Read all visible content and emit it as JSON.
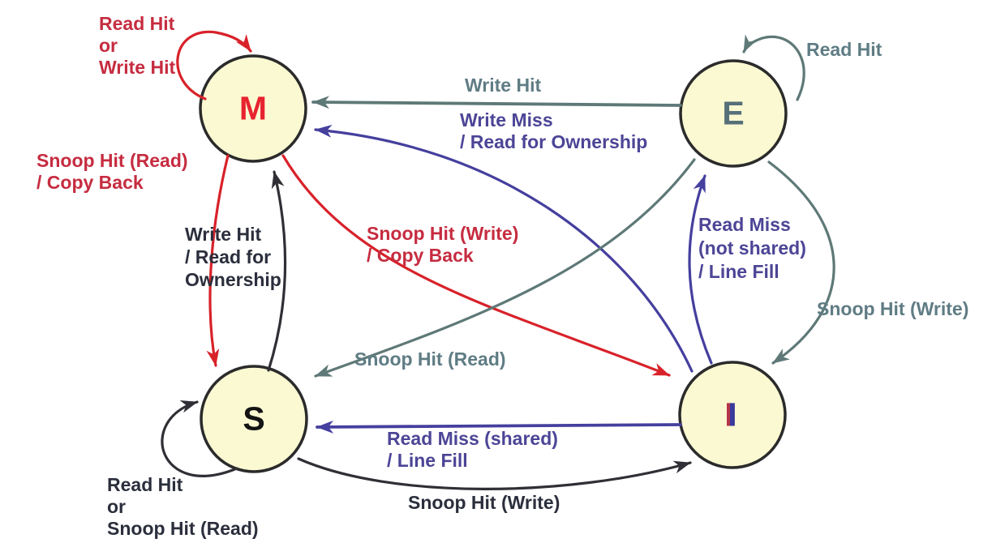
{
  "diagram": {
    "type": "state-transition-diagram",
    "background": "#FFFFFF"
  },
  "states": {
    "m": "M",
    "e": "E",
    "s": "S",
    "i": "I"
  },
  "transitions": {
    "m_self": "Read Hit\nor\nWrite Hit",
    "e_self": "Read Hit",
    "e_to_m": "Write Hit",
    "i_to_m": "Write Miss\n/ Read for Ownership",
    "m_to_s": "Snoop Hit (Read)\n/ Copy Back",
    "s_to_m": "Write Hit\n/ Read for\nOwnership",
    "m_to_i": "Snoop Hit (Write)\n/ Copy Back",
    "e_to_s": "Snoop Hit (Read)",
    "i_to_e": "Read Miss\n(not shared)\n/ Line Fill",
    "e_to_i": "Snoop Hit (Write)",
    "i_to_s": "Read Miss (shared)\n/ Line Fill",
    "s_to_i": "Snoop Hit (Write)",
    "s_self": "Read Hit\nor\nSnoop Hit (Read)"
  },
  "colors": {
    "state_fill": "#FBF9D2",
    "state_border": "#2B2B2B",
    "red_arrow": "#D8222A",
    "red_text": "#C62C40",
    "m_letter": "#E82330",
    "slate_arrow": "#5E7977",
    "slate_text": "#5F7C84",
    "e_letter": "#557079",
    "purple_arrow": "#453F9E",
    "purple_text": "#4C4596",
    "black_arrow": "#2F2F35",
    "black_text": "#2B2E3C",
    "s_letter": "#141414",
    "i_letter": "#3A3A9C"
  }
}
